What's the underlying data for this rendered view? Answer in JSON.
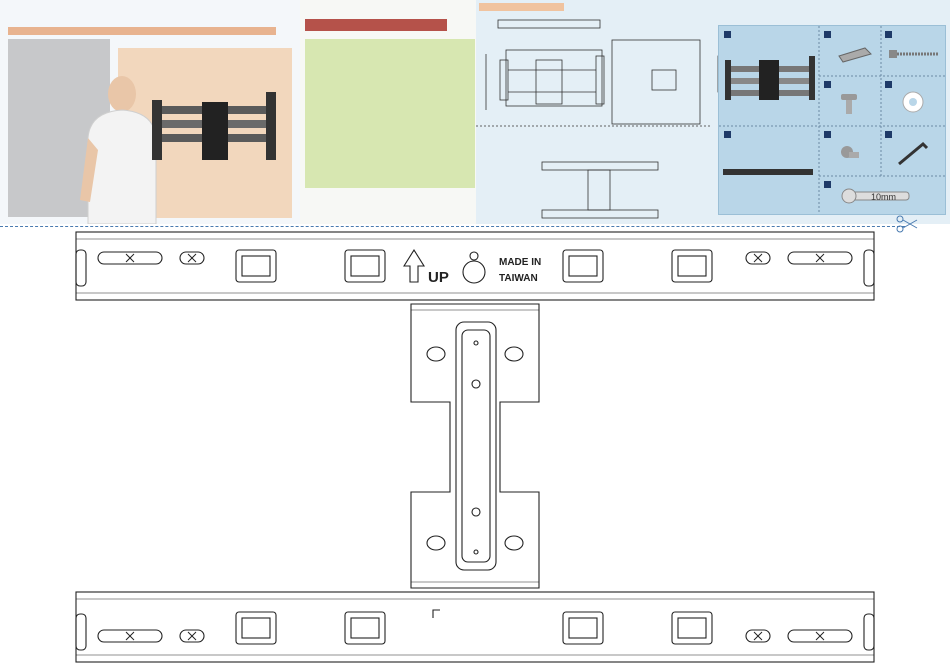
{
  "template": {
    "upper_text": "UP",
    "made_in": "MADE IN",
    "country": "TAIWAN",
    "wrench_size": "10mm"
  },
  "colors": {
    "bar_photo": "#e8b38f",
    "bar_render": "#b5524a",
    "bar_drawing": "#f0c39f",
    "parts_bg": "#b9d6e8",
    "cut_line": "#4a7bb0",
    "cell_marker": "#1e3a68"
  },
  "icons": [
    "person-photo",
    "tv-mount-render",
    "screen-size-icon",
    "weight-icon",
    "scissors-icon"
  ]
}
